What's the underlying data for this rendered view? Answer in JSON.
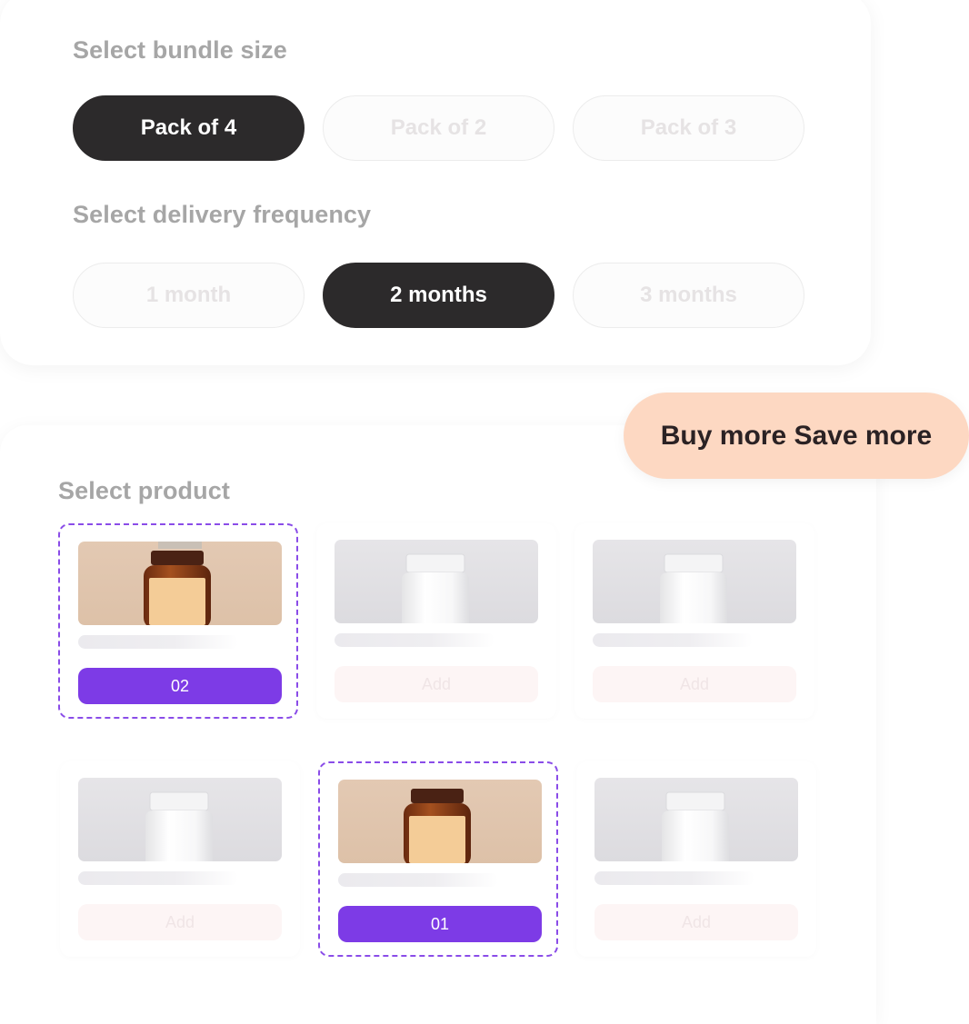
{
  "bundle": {
    "title": "Select bundle size",
    "options": [
      "Pack of 4",
      "Pack of 2",
      "Pack of 3"
    ],
    "selected": "Pack of 4"
  },
  "frequency": {
    "title": "Select delivery frequency",
    "options": [
      "1 month",
      "2 months",
      "3 months"
    ],
    "selected": "2 months"
  },
  "promo": {
    "label": "Buy more Save more"
  },
  "product": {
    "title": "Select product",
    "items": [
      {
        "image": "amber-bottle-icon",
        "button": "02",
        "selected": true
      },
      {
        "image": "white-bottle-icon",
        "button": "Add",
        "selected": false
      },
      {
        "image": "white-bottle-icon",
        "button": "Add",
        "selected": false
      },
      {
        "image": "white-bottle-icon",
        "button": "Add",
        "selected": false
      },
      {
        "image": "amber-bottle-icon",
        "button": "01",
        "selected": true
      },
      {
        "image": "white-bottle-icon",
        "button": "Add",
        "selected": false
      }
    ]
  },
  "colors": {
    "selected_pill": "#2c2a2b",
    "accent_purple": "#7d3be6",
    "selection_border": "#8a4ce8",
    "promo_bg": "#fdd8c2"
  }
}
